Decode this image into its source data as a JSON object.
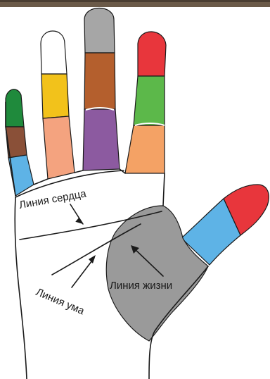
{
  "labels": {
    "heart_line": "Линия сердца",
    "head_line": "Линия ума",
    "life_line": "Линия жизни"
  },
  "colors": {
    "background": "#ffffff",
    "photo_strip": "#6b5a48",
    "outline": "#1a1a1a",
    "green": "#5cb84a",
    "dark_green": "#1f8a3c",
    "red": "#e8363c",
    "yellow": "#f2c21b",
    "brown": "#b45f2d",
    "dark_brown": "#8a5038",
    "purple": "#8c5aa0",
    "peach": "#f4a37f",
    "orange_peach": "#f4a265",
    "light_blue": "#5eb3e6",
    "gray": "#a6a6a6",
    "mount_gray": "#9a9a9a"
  },
  "fingers": {
    "little": [
      "dark_green",
      "dark_brown",
      "light_blue"
    ],
    "ring": [
      "yellow",
      "peach"
    ],
    "middle": [
      "gray",
      "brown",
      "purple"
    ],
    "index": [
      "red",
      "green",
      "orange_peach"
    ],
    "thumb": [
      "red",
      "light_blue"
    ]
  }
}
